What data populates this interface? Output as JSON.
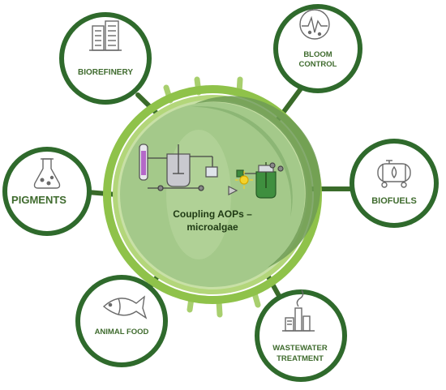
{
  "center": {
    "line1": "Coupling AOPs –",
    "line2": "microalgae"
  },
  "nodes": [
    {
      "id": "biorefinery",
      "lines": [
        "BIOREFINERY"
      ],
      "icon": "building-icon"
    },
    {
      "id": "bloom",
      "lines": [
        "BLOOM",
        "CONTROL"
      ],
      "icon": "algae-bloom-icon"
    },
    {
      "id": "pigments",
      "lines": [
        "PIGMENTS"
      ],
      "icon": "flask-icon"
    },
    {
      "id": "biofuels",
      "lines": [
        "BIOFUELS"
      ],
      "icon": "fuel-tank-icon"
    },
    {
      "id": "animal",
      "lines": [
        "ANIMAL FOOD"
      ],
      "icon": "fish-icon"
    },
    {
      "id": "wastewater",
      "lines": [
        "WASTEWATER",
        "TREATMENT"
      ],
      "icon": "factory-icon"
    }
  ],
  "colors": {
    "node_ring": "#2f6a2c",
    "connector": "#3a6b2a",
    "outer_ring": "#8fc24a",
    "center_fill": "#a4c98a",
    "shadow": "#6f9b55",
    "label": "#3f6b2e"
  }
}
